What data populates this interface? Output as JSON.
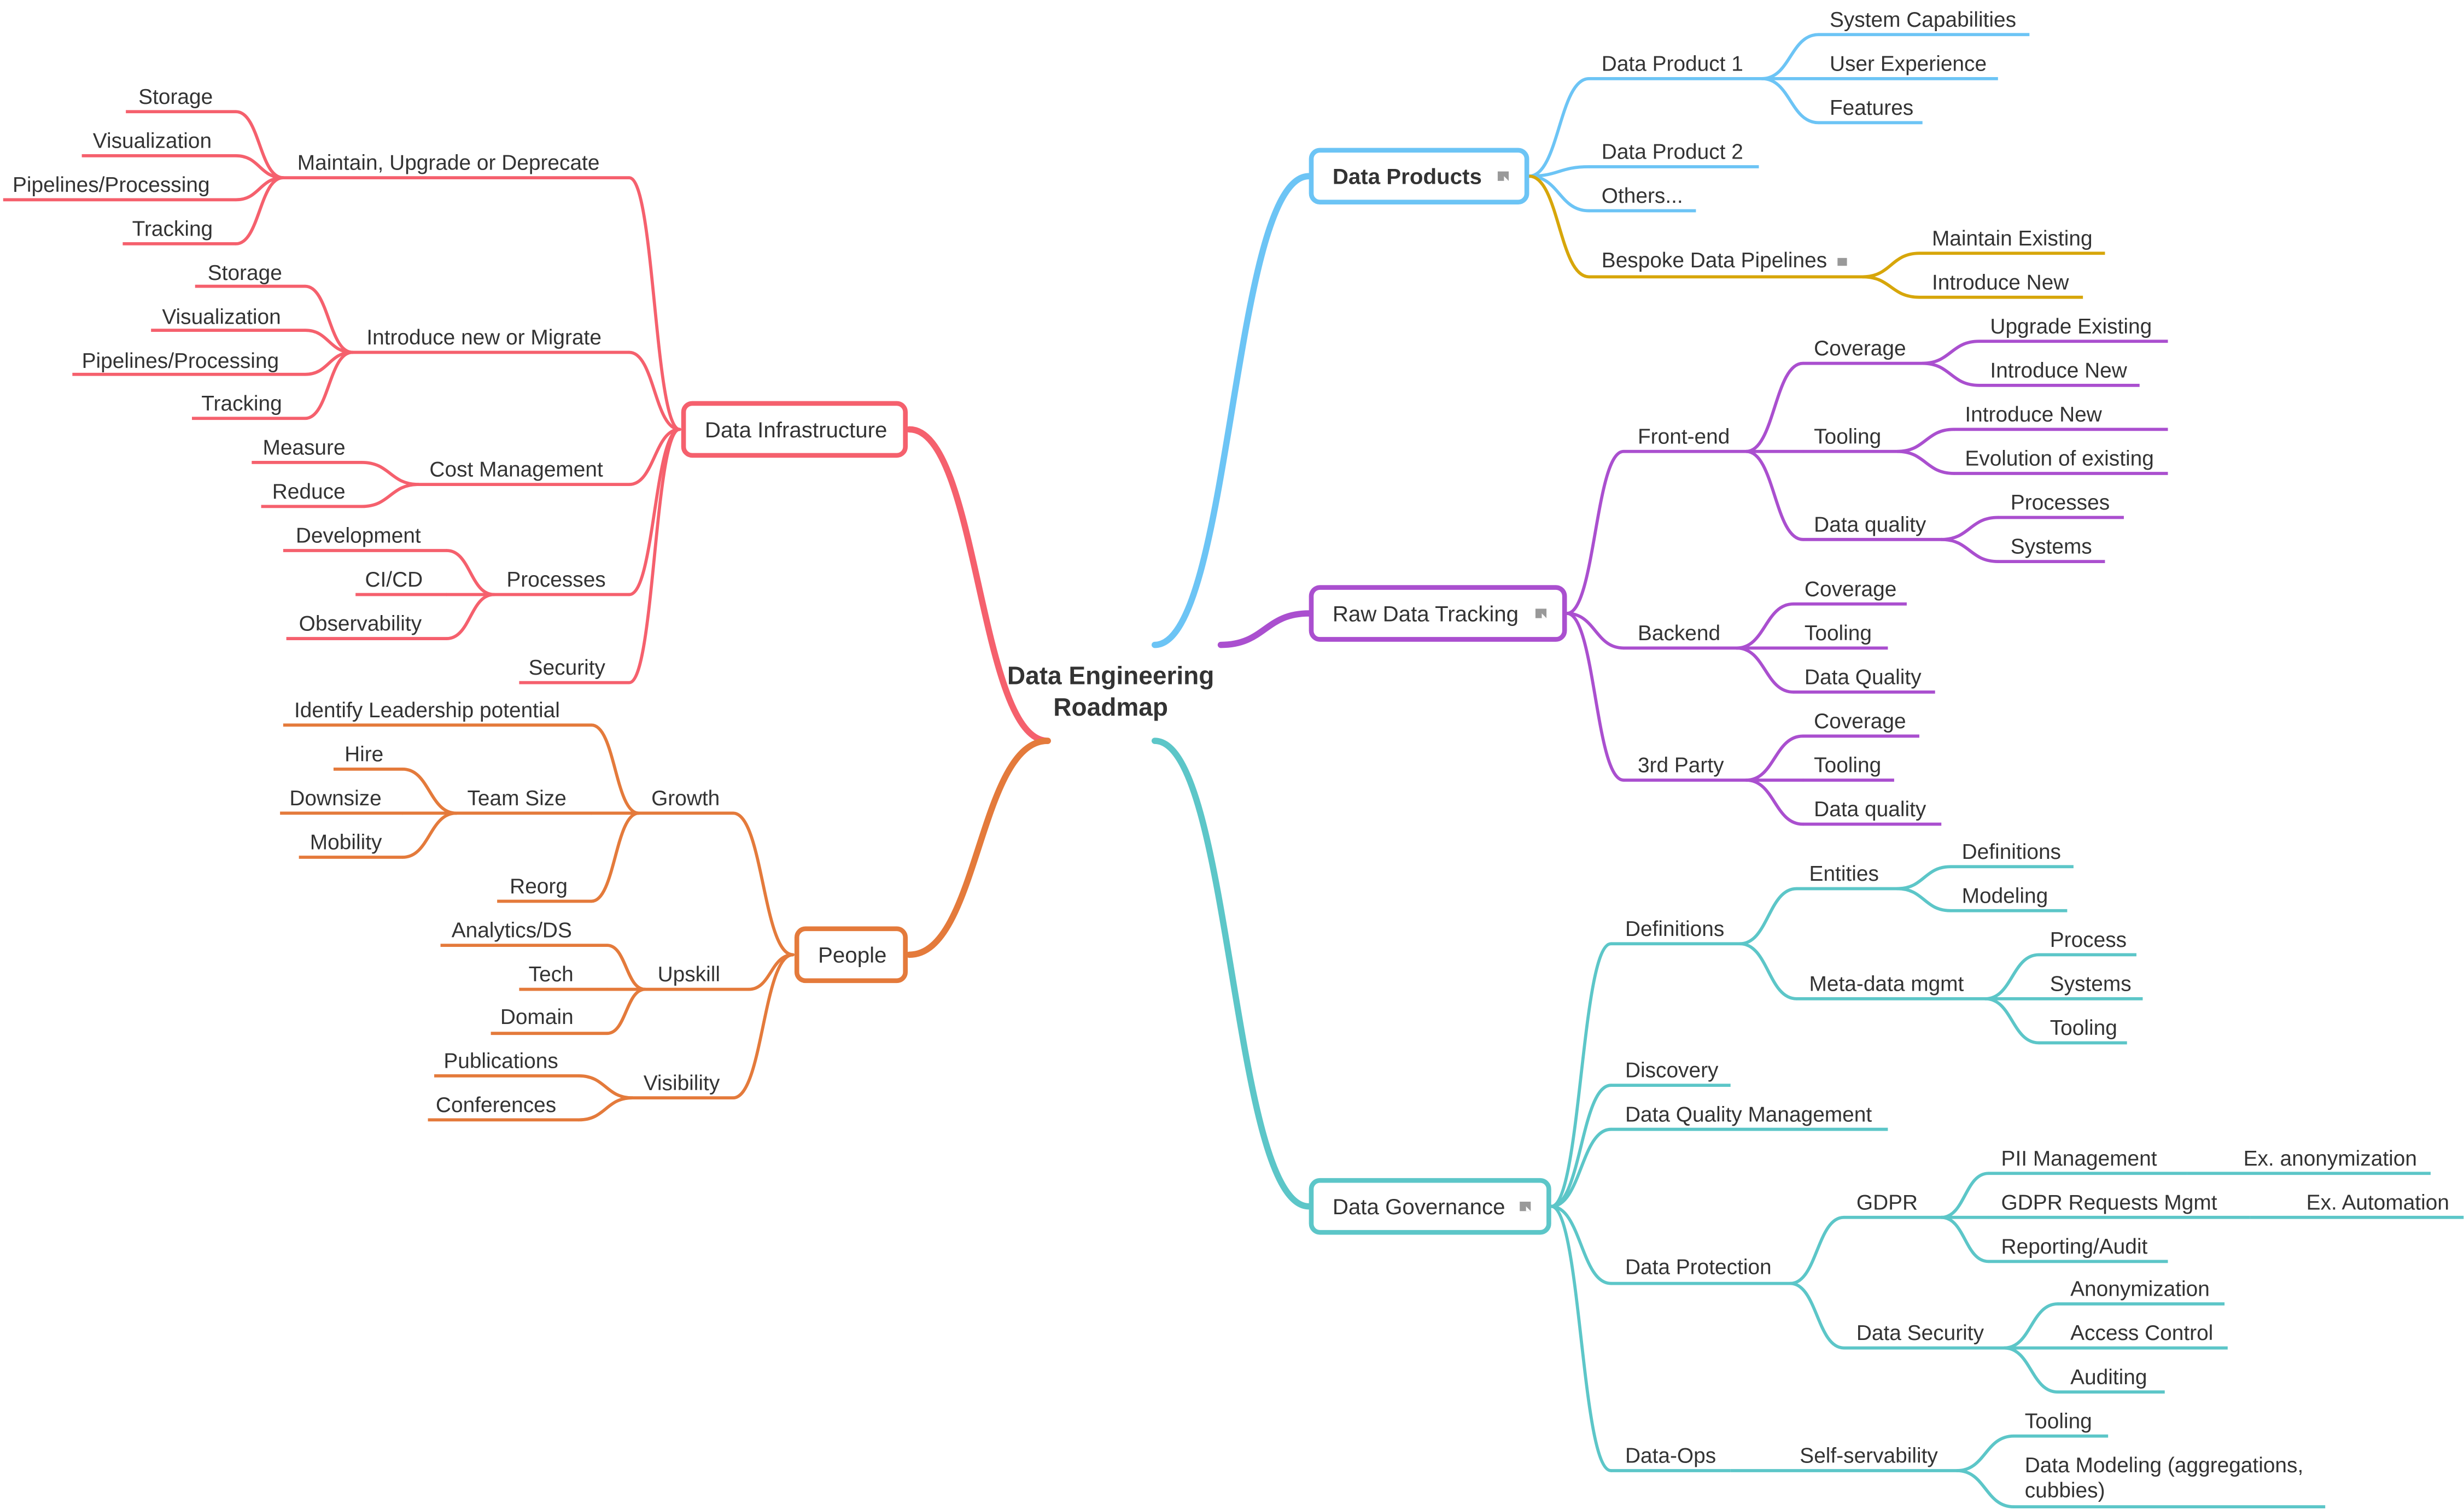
{
  "colors": {
    "red": "#f5606d",
    "orange": "#e47a3b",
    "blue": "#6cc4f5",
    "purple": "#aa4fcf",
    "teal": "#5cc6c8",
    "yellow": "#d7a60a"
  },
  "root": {
    "line1": "Data Engineering",
    "line2": "Roadmap"
  },
  "branches": {
    "infra": "Data Infrastructure",
    "people": "People",
    "products": "Data Products",
    "raw": "Raw Data Tracking",
    "gov": "Data Governance"
  },
  "infra": {
    "maintain": {
      "label": "Maintain, Upgrade or Deprecate",
      "items": [
        "Storage",
        "Visualization",
        "Pipelines/Processing",
        "Tracking"
      ]
    },
    "introduce": {
      "label": "Introduce new or Migrate",
      "items": [
        "Storage",
        "Visualization",
        "Pipelines/Processing",
        "Tracking"
      ]
    },
    "cost": {
      "label": "Cost Management",
      "items": [
        "Measure",
        "Reduce"
      ]
    },
    "processes": {
      "label": "Processes",
      "items": [
        "Development",
        "CI/CD",
        "Observability"
      ]
    },
    "security": "Security"
  },
  "people": {
    "growth": {
      "label": "Growth",
      "leadership": "Identify Leadership potential",
      "team_size": {
        "label": "Team Size",
        "items": [
          "Hire",
          "Downsize",
          "Mobility"
        ]
      },
      "reorg": "Reorg"
    },
    "upskill": {
      "label": "Upskill",
      "items": [
        "Analytics/DS",
        "Tech",
        "Domain"
      ]
    },
    "visibility": {
      "label": "Visibility",
      "items": [
        "Publications",
        "Conferences"
      ]
    }
  },
  "products": {
    "dp1": {
      "label": "Data Product 1",
      "items": [
        "System Capabilities",
        "User Experience",
        "Features"
      ]
    },
    "dp2": "Data Product 2",
    "others": "Others...",
    "bespoke": {
      "label": "Bespoke Data Pipelines",
      "items": [
        "Maintain Existing",
        "Introduce New"
      ]
    }
  },
  "raw": {
    "frontend": {
      "label": "Front-end",
      "coverage": {
        "label": "Coverage",
        "items": [
          "Upgrade Existing",
          "Introduce New"
        ]
      },
      "tooling": {
        "label": "Tooling",
        "items": [
          "Introduce New",
          "Evolution of existing"
        ]
      },
      "dq": {
        "label": "Data quality",
        "items": [
          "Processes",
          "Systems"
        ]
      }
    },
    "backend": {
      "label": "Backend",
      "items": [
        "Coverage",
        "Tooling",
        "Data Quality"
      ]
    },
    "third": {
      "label": "3rd Party",
      "items": [
        "Coverage",
        "Tooling",
        "Data quality"
      ]
    }
  },
  "gov": {
    "definitions": {
      "label": "Definitions",
      "entities": {
        "label": "Entities",
        "items": [
          "Definitions",
          "Modeling"
        ]
      },
      "meta": {
        "label": "Meta-data mgmt",
        "items": [
          "Process",
          "Systems",
          "Tooling"
        ]
      }
    },
    "discovery": "Discovery",
    "dqm": "Data Quality Management",
    "protection": {
      "label": "Data Protection",
      "gdpr": {
        "label": "GDPR",
        "pii": "PII Management",
        "pii_ex": "Ex. anonymization",
        "req": "GDPR Requests Mgmt",
        "req_ex": "Ex. Automation",
        "report": "Reporting/Audit"
      },
      "security": {
        "label": "Data Security",
        "items": [
          "Anonymization",
          "Access Control",
          "Auditing"
        ]
      }
    },
    "ops": {
      "label": "Data-Ops",
      "self": {
        "label": "Self-servability",
        "items": [
          "Tooling",
          "Data Modeling (aggregations, cubbies)"
        ]
      }
    }
  }
}
